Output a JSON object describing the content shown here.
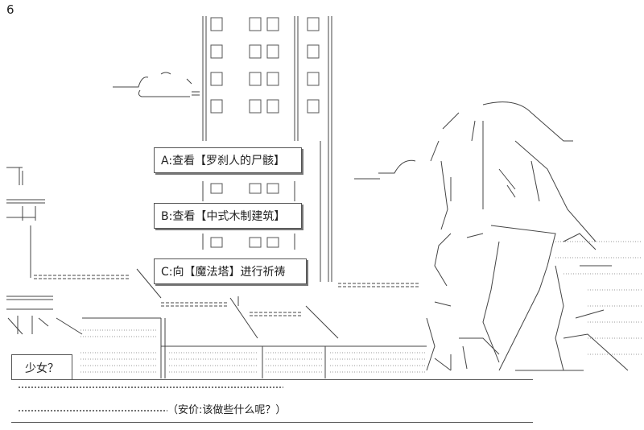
{
  "page_number": "6",
  "choices": [
    {
      "label": "A:查看【罗刹人的尸骸】"
    },
    {
      "label": "B:查看【中式木制建筑】"
    },
    {
      "label": "C:向【魔法塔】进行祈祷"
    }
  ],
  "dialog": {
    "speaker": "少女？",
    "line": "（安价:该做些什么呢？）"
  }
}
